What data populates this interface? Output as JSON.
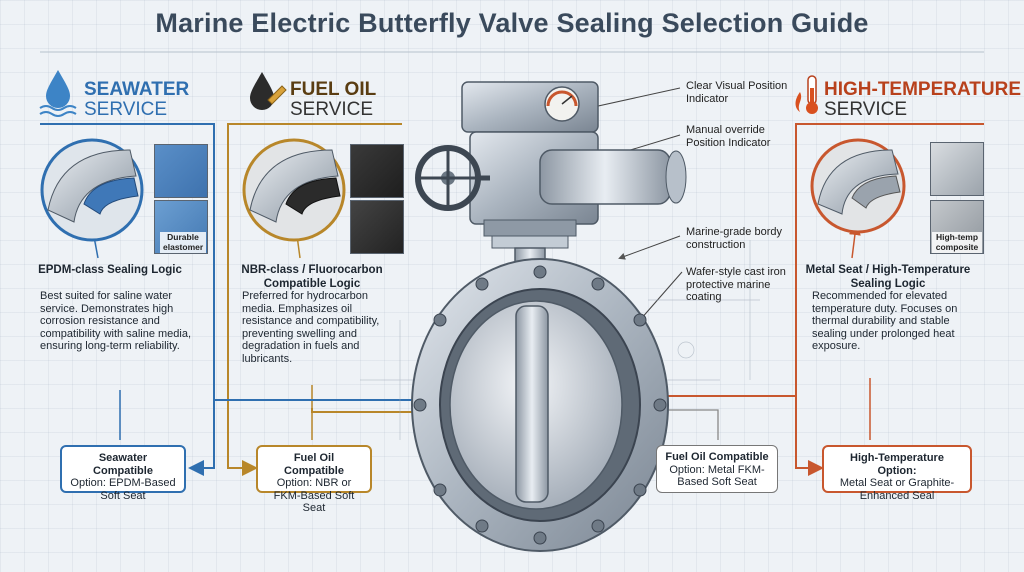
{
  "title": "Marine Electric Butterfly Valve Sealing Selection Guide",
  "colors": {
    "seawater": "#2f6fb0",
    "fuel": "#b8872a",
    "hightemp": "#c8572e",
    "fuel_dark": "#5a3d12",
    "hightemp_dark": "#b8411c"
  },
  "seawater": {
    "icon": "water-drop-icon",
    "header_line1": "SEAWATER",
    "header_line2": "SERVICE",
    "swatch_label_1": "Durable",
    "swatch_label_2": "elastomer",
    "subtitle": "EPDM-class Sealing Logic",
    "description": "Best suited for saline water service. Demonstrates high corrosion resistance and compatibility with saline media, ensuring long-term reliability.",
    "option_bold": "Seawater Compatible",
    "option_text": "Option: EPDM-Based Soft Seat"
  },
  "fuel": {
    "icon": "fuel-drop-icon",
    "header_line1": "FUEL OIL",
    "header_line2": "SERVICE",
    "subtitle_line1": "NBR-class / Fluorocarbon",
    "subtitle_line2": "Compatible Logic",
    "description": "Preferred for hydrocarbon media. Emphasizes oil resistance and compatibility, preventing swelling and degradation in fuels and lubricants.",
    "option_bold": "Fuel Oil Compatible",
    "option_text": "Option: NBR or FKM-Based Soft Seat"
  },
  "hightemp": {
    "icon": "thermometer-flame-icon",
    "header_line1": "HIGH-TEMPERATURE",
    "header_line2": "SERVICE",
    "swatch_label_1": "High-temp",
    "swatch_label_2": "composite",
    "subtitle_line1": "Metal Seat / High-Temperature",
    "subtitle_line2": "Sealing Logic",
    "description": "Recommended for elevated temperature duty. Focuses on thermal durability and stable sealing under prolonged heat exposure.",
    "option_bold": "High-Temperature Option:",
    "option_text": "Metal Seat or Graphite-Enhanced Seal"
  },
  "center_option": {
    "option_bold": "Fuel Oil Compatible",
    "option_text": "Option: Metal FKM-Based Soft Seat"
  },
  "callouts": {
    "indicator": "Clear Visual Position Indicator",
    "override": "Manual override Position Indicator",
    "body": "Marine-grade bordy construction",
    "coating": "Wafer-style cast iron protective marine coating"
  }
}
